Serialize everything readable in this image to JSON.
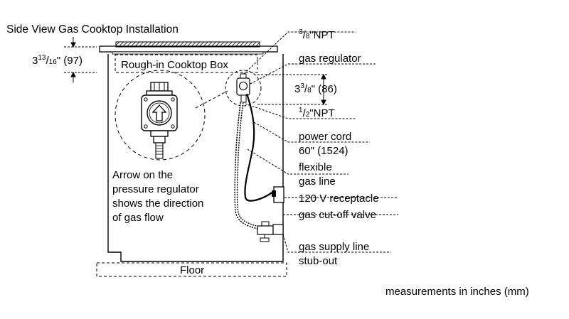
{
  "title": "Side View Gas Cooktop Installation",
  "measurements_note": "measurements in inches (mm)",
  "box_label": "Rough-in Cooktop Box",
  "floor_label": "Floor",
  "dim_cooktop": {
    "whole": "3",
    "num": "13",
    "den": "16",
    "suffix": "\" (97)"
  },
  "dim_regulator": {
    "whole": "3",
    "num": "3",
    "den": "8",
    "suffix": "\" (86)"
  },
  "npt_top": {
    "num": "3",
    "den": "8",
    "suffix": "\"NPT"
  },
  "npt_bottom": {
    "num": "1",
    "den": "2",
    "suffix": "\"NPT"
  },
  "callouts": {
    "gas_regulator": "gas regulator",
    "power_cord_1": "power cord",
    "power_cord_2": "60\" (1524)",
    "flexible_1": "flexible",
    "flexible_2": "gas line",
    "receptacle": "120 V receptacle",
    "cutoff": "gas cut-off valve",
    "supply_1": "gas supply line",
    "supply_2": "stub-out"
  },
  "arrow_note": [
    "Arrow on the",
    "pressure regulator",
    "shows the direction",
    "of gas flow"
  ]
}
